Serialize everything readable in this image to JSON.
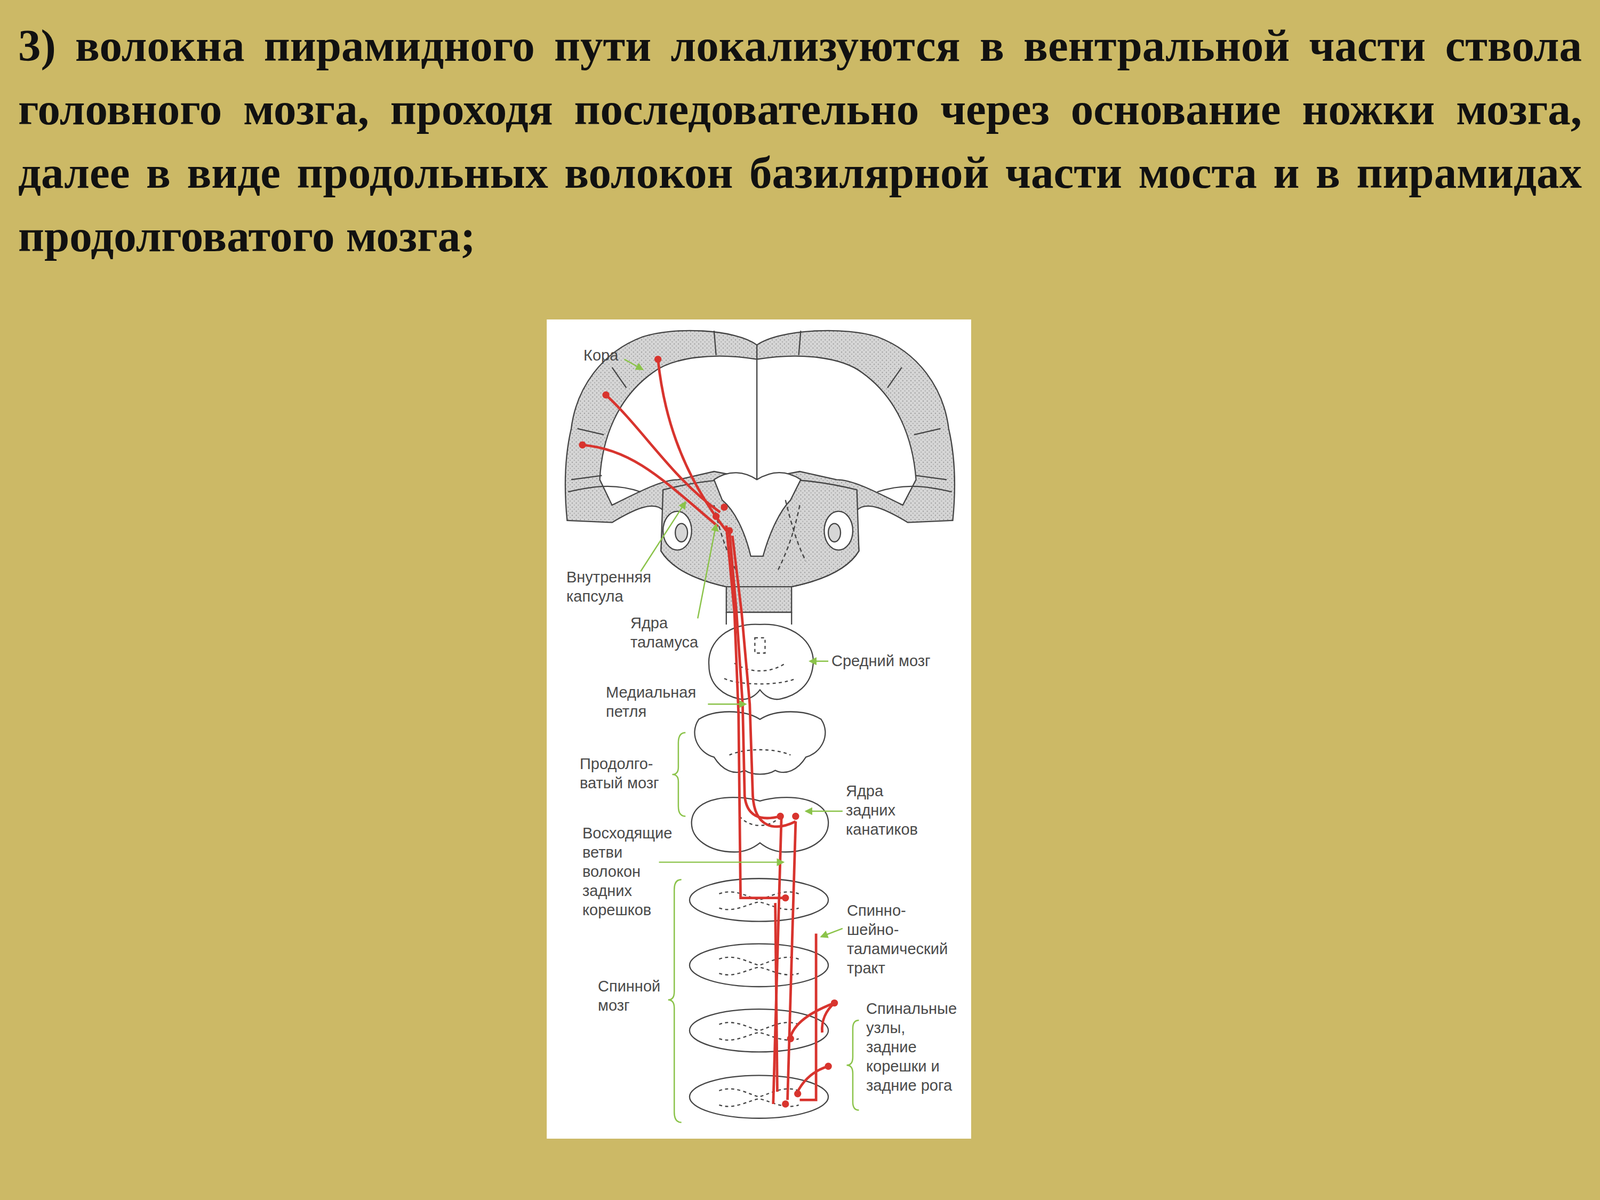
{
  "diagram": {
    "title": "3) волокна пирамидного пути локализуются в вентральной части ствола головного мозга, проходя последовательно через основание ножки мозга, далее в виде продольных волокон базилярной части моста и в пирамидах продолговатого мозга;",
    "labels": [
      "Кора",
      "Внутренняя капсула",
      "Ядра таламуса",
      "Средний мозг",
      "Медиальная петля",
      "Продолго- ватый мозг",
      "Ядра задних канатиков",
      "Восходящие ветви волокон задних корешков",
      "Спинно- шейно- таламический тракт",
      "Спинной мозг",
      "Спинальные узлы, задние корешки и задние рога"
    ]
  }
}
